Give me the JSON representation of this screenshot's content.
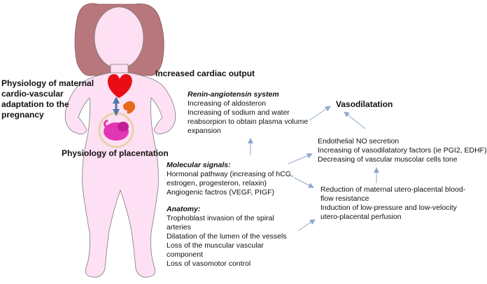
{
  "labels": {
    "physiology_maternal": "Physiology of maternal cardio-vascular adaptation to the pregnancy",
    "cardiac_output": "Increased cardiac output",
    "placentation": "Physiology of placentation",
    "vasodilatation": "Vasodilatation"
  },
  "renin": {
    "heading": "Renin-angiotensin system",
    "lines": [
      "Increasing of aldosteron",
      "Increasing of sodium and water",
      "reabsorpion to obtain plasma volume",
      "expansion"
    ]
  },
  "molecular": {
    "heading": "Molecular signals:",
    "lines": [
      "Hormonal pathway (increasing of hCG,",
      "estrogen, progesteron, relaxin)",
      "Angiogenic factros (VEGF, PIGF)"
    ]
  },
  "anatomy": {
    "heading": "Anatomy:",
    "lines": [
      "Trophoblast invasion of the spiral",
      "arteries",
      "Dilatation of the lumen of the vessels",
      "Loss of the muscular vascular",
      "component",
      "Loss of vasomotor control"
    ]
  },
  "endothelial": {
    "lines": [
      "Endothelial NO secretion",
      "Increasing of vasodilatatory factors (ie PGI2, EDHF)",
      "Decreasing of vascular muscolar cells tone"
    ]
  },
  "reduction": {
    "lines": [
      "Reduction of maternal utero-placental blood-",
      "flow resistance",
      "Induction of low-pressure and low-velocity",
      "utero-placental perfusion"
    ]
  },
  "colors": {
    "hair": "#b7777c",
    "skin": "#fde0f3",
    "outline": "#7b7b7b",
    "heart": "#e80d14",
    "kidney": "#e56a18",
    "fetus": "#e236b4",
    "double_arrow": "#4d78a8",
    "connector_arrow": "#8ea8cd"
  }
}
